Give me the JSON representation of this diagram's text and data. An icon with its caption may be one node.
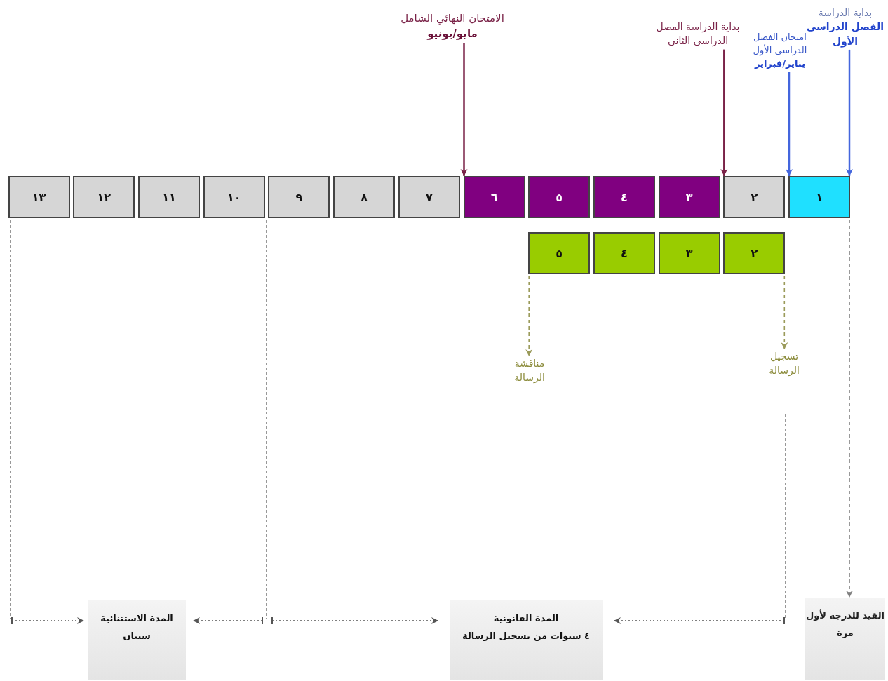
{
  "diagram": {
    "nodes": [
      {
        "text": [
          "١"
        ]
      },
      {
        "text": [
          "٢"
        ]
      },
      {
        "text": [
          "٣"
        ]
      },
      {
        "text": [
          "٤"
        ]
      },
      {
        "text": [
          "٥"
        ]
      },
      {
        "text": [
          "٦"
        ]
      },
      {
        "text": [
          "٧"
        ]
      },
      {
        "text": [
          "٨"
        ]
      },
      {
        "text": [
          "٩"
        ]
      },
      {
        "text": [
          "١٠"
        ]
      },
      {
        "text": [
          "١١"
        ]
      },
      {
        "text": [
          "١٢"
        ]
      },
      {
        "text": [
          "١٣"
        ]
      },
      {
        "text": [
          "٢"
        ]
      },
      {
        "text": [
          "٣"
        ]
      },
      {
        "text": [
          "٤"
        ]
      },
      {
        "text": [
          "٥"
        ]
      },
      {
        "text": [
          "بداية الدراسة",
          "الفصل الدراسي الأول"
        ]
      },
      {
        "text": [
          "امتحان الفصل الدراسي الأول",
          "يناير/فبراير"
        ]
      },
      {
        "text": [
          "بداية الدراسة الفصل الدراسي الثاني"
        ]
      },
      {
        "text": [
          "الامتحان النهائي الشامل",
          "مايو/يونيو"
        ]
      },
      {
        "text": [
          "مناقشة الرسالة"
        ]
      },
      {
        "text": [
          "تسجيل الرسالة"
        ]
      },
      {
        "text": [
          "القيد للدرجة لأول مرة"
        ]
      },
      {
        "text": [
          "المدة القانونية",
          "٤ سنوات من تسجيل الرسالة"
        ]
      },
      {
        "text": [
          "المدة الاستثنائية",
          "سنتان"
        ]
      }
    ],
    "edges": [
      {
        "from": 17,
        "to": 0,
        "arrow": "to",
        "color": "#4466dd"
      },
      {
        "from": 18,
        "to": 0,
        "arrow": "to",
        "color": "#4466dd"
      },
      {
        "from": 19,
        "to": 1,
        "arrow": "to",
        "color": "#7a2348"
      },
      {
        "from": 20,
        "to": 5,
        "arrow": "to",
        "color": "#7a2348"
      },
      {
        "from": 0,
        "to": 23,
        "arrow": "to",
        "style": "dashed",
        "color": "#808080"
      },
      {
        "from": 13,
        "to": 22,
        "arrow": "to",
        "style": "dashed",
        "color": "#9a9a5a"
      },
      {
        "from": 16,
        "to": 21,
        "arrow": "to",
        "style": "dashed",
        "color": "#9a9a5a"
      }
    ]
  }
}
